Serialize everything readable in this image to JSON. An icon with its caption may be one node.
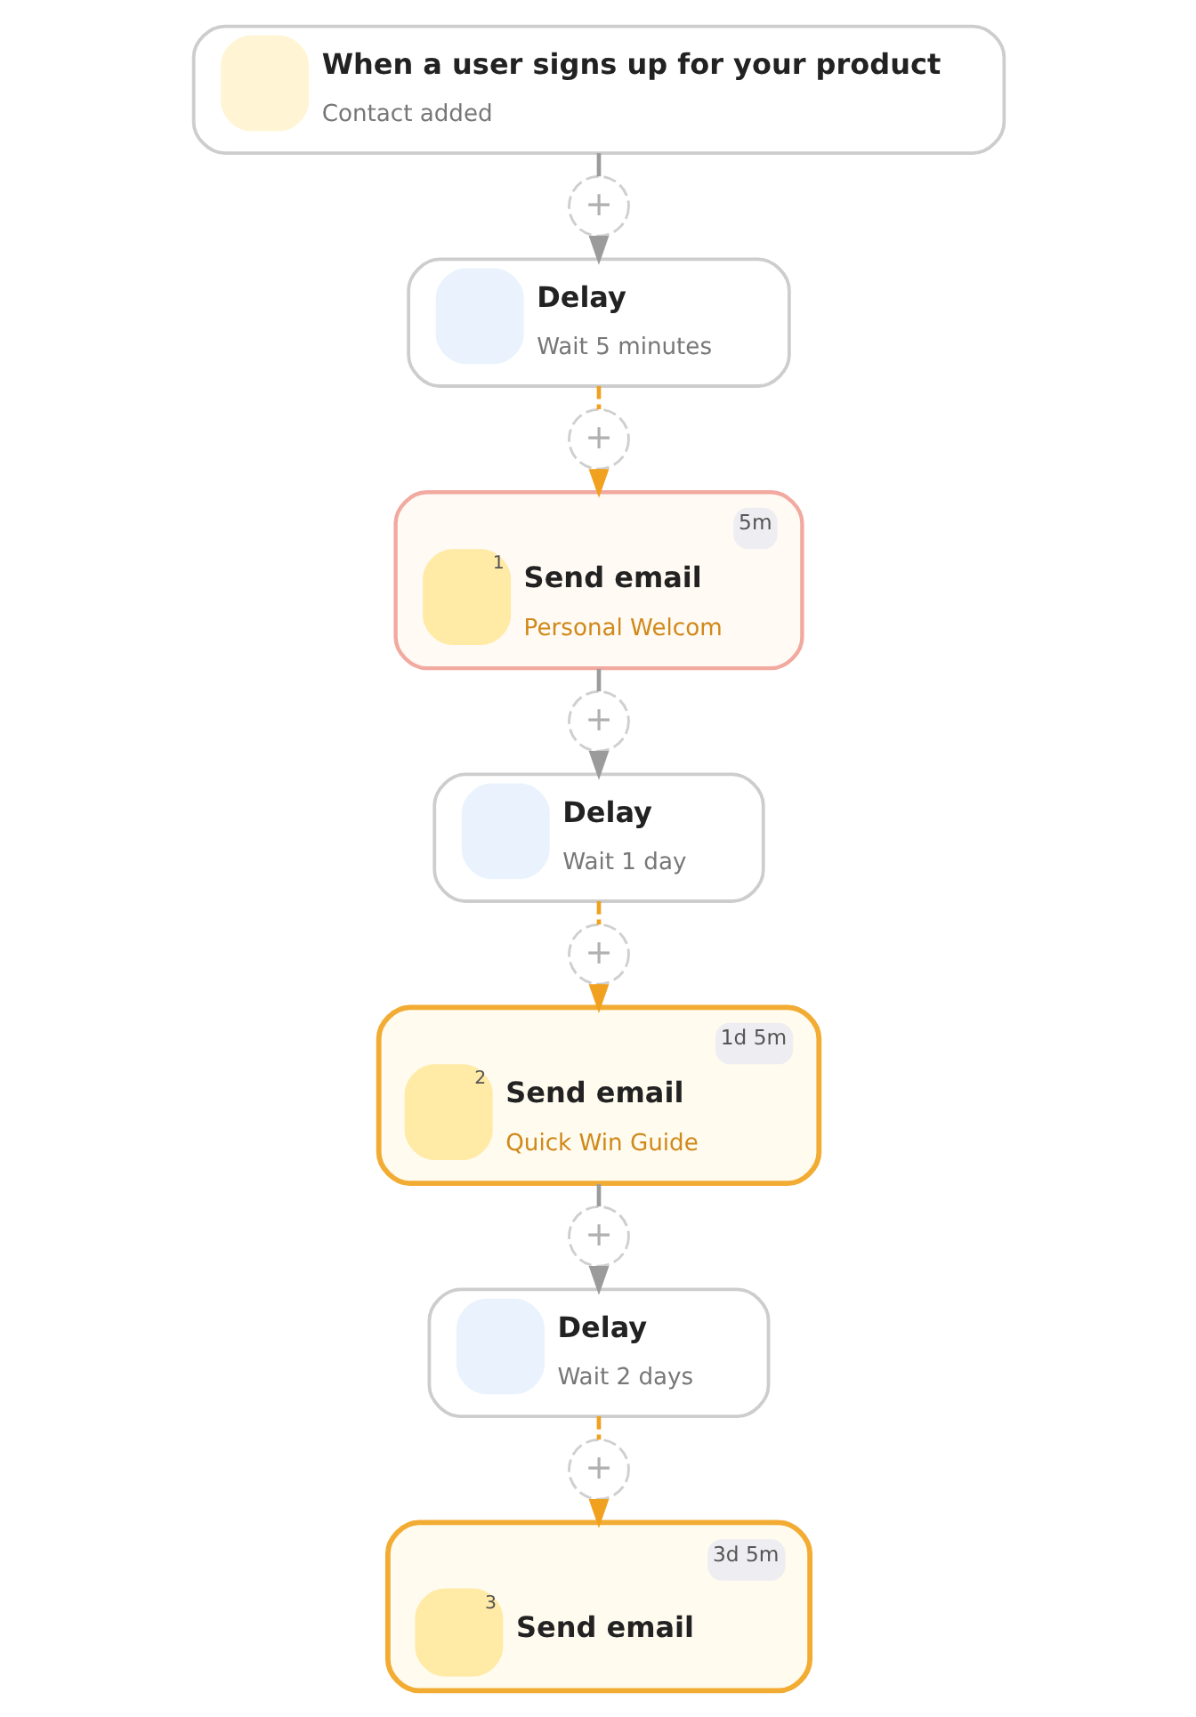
{
  "diagram": {
    "nodes": [
      {
        "text": [
          "When a user signs up for your product",
          "Contact added"
        ]
      },
      {
        "text": [
          "+"
        ]
      },
      {
        "text": [
          "Delay",
          "Wait 5 minutes"
        ]
      },
      {
        "text": [
          "+"
        ]
      },
      {
        "text": [
          "5m",
          "1",
          "Send email",
          "Personal Welcom"
        ]
      },
      {
        "text": [
          "+"
        ]
      },
      {
        "text": [
          "Delay",
          "Wait 1 day"
        ]
      },
      {
        "text": [
          "+"
        ]
      },
      {
        "text": [
          "1d 5m",
          "2",
          "Send email",
          "Quick Win Guide"
        ]
      },
      {
        "text": [
          "+"
        ]
      },
      {
        "text": [
          "Delay",
          "Wait 2 days"
        ]
      },
      {
        "text": [
          "+"
        ]
      },
      {
        "text": [
          "3d 5m",
          "3",
          "Send email"
        ]
      }
    ],
    "edges": [
      {
        "from": 0,
        "to": 1,
        "arrow": "none"
      },
      {
        "from": 1,
        "to": 2,
        "arrow": "to"
      },
      {
        "from": 2,
        "to": 3,
        "arrow": "none",
        "style": "dashed",
        "color": "#f0a11f"
      },
      {
        "from": 3,
        "to": 4,
        "arrow": "to",
        "style": "dashed",
        "color": "#f0a11f"
      },
      {
        "from": 4,
        "to": 5,
        "arrow": "none"
      },
      {
        "from": 5,
        "to": 6,
        "arrow": "to"
      },
      {
        "from": 6,
        "to": 7,
        "arrow": "none",
        "style": "dashed",
        "color": "#f0a11f"
      },
      {
        "from": 7,
        "to": 8,
        "arrow": "to",
        "style": "dashed",
        "color": "#f0a11f"
      },
      {
        "from": 8,
        "to": 9,
        "arrow": "none"
      },
      {
        "from": 9,
        "to": 10,
        "arrow": "to"
      },
      {
        "from": 10,
        "to": 11,
        "arrow": "none",
        "style": "dashed",
        "color": "#f0a11f"
      },
      {
        "from": 11,
        "to": 12,
        "arrow": "to",
        "style": "dashed",
        "color": "#f0a11f"
      }
    ]
  }
}
